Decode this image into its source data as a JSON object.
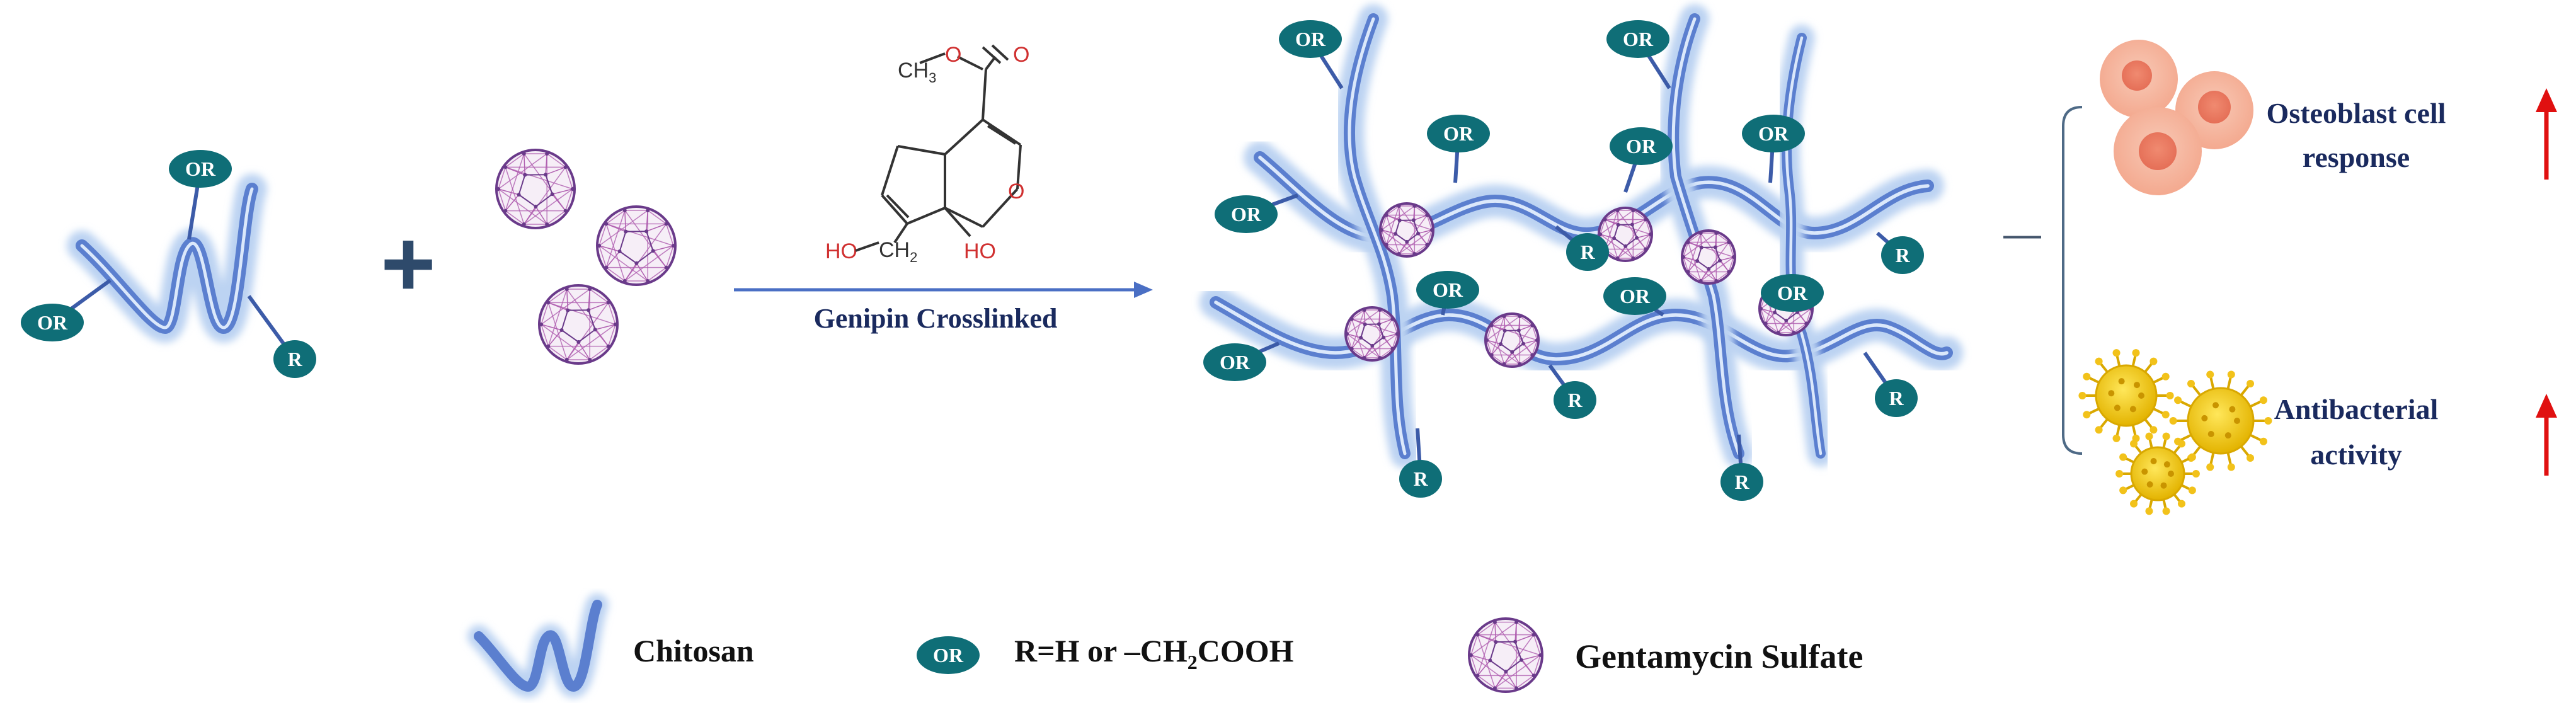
{
  "colors": {
    "chain": "#5b7fcf",
    "chain_dark": "#3c5ba8",
    "chain_glow": "#bcd3f2",
    "teal": "#0f6e77",
    "sphere_edge": "#6a3a8a",
    "sphere_line": "#b05fb0",
    "navy": "#1a2a5e",
    "red_arrow": "#e01010",
    "bond_red": "#d03030"
  },
  "groups": {
    "or": "OR",
    "r": "R"
  },
  "reaction": {
    "plus": "+",
    "label": "Genipin Crosslinked"
  },
  "genipin": {
    "ch3": "CH",
    "ch3_sub": "3",
    "o_ester": "O",
    "o_carbonyl": "O",
    "o_ring": "O",
    "ho_left": "HO",
    "ch2": "CH",
    "ch2_sub": "2",
    "ho_bottom": "HO"
  },
  "outcomes": {
    "dash": "—",
    "osteoblast_line1": "Osteoblast cell",
    "osteoblast_line2": "response",
    "antibacterial_line1": "Antibacterial",
    "antibacterial_line2": "activity",
    "icons": [
      "osteoblast-cells-icon",
      "bacteria-icon",
      "up-arrow-icon"
    ]
  },
  "legend": {
    "chitosan": "Chitosan",
    "r_text_prefix": "R=H or –CH",
    "r_text_sub": "2",
    "r_text_suffix": "COOH",
    "gentamycin": "Gentamycin Sulfate"
  }
}
